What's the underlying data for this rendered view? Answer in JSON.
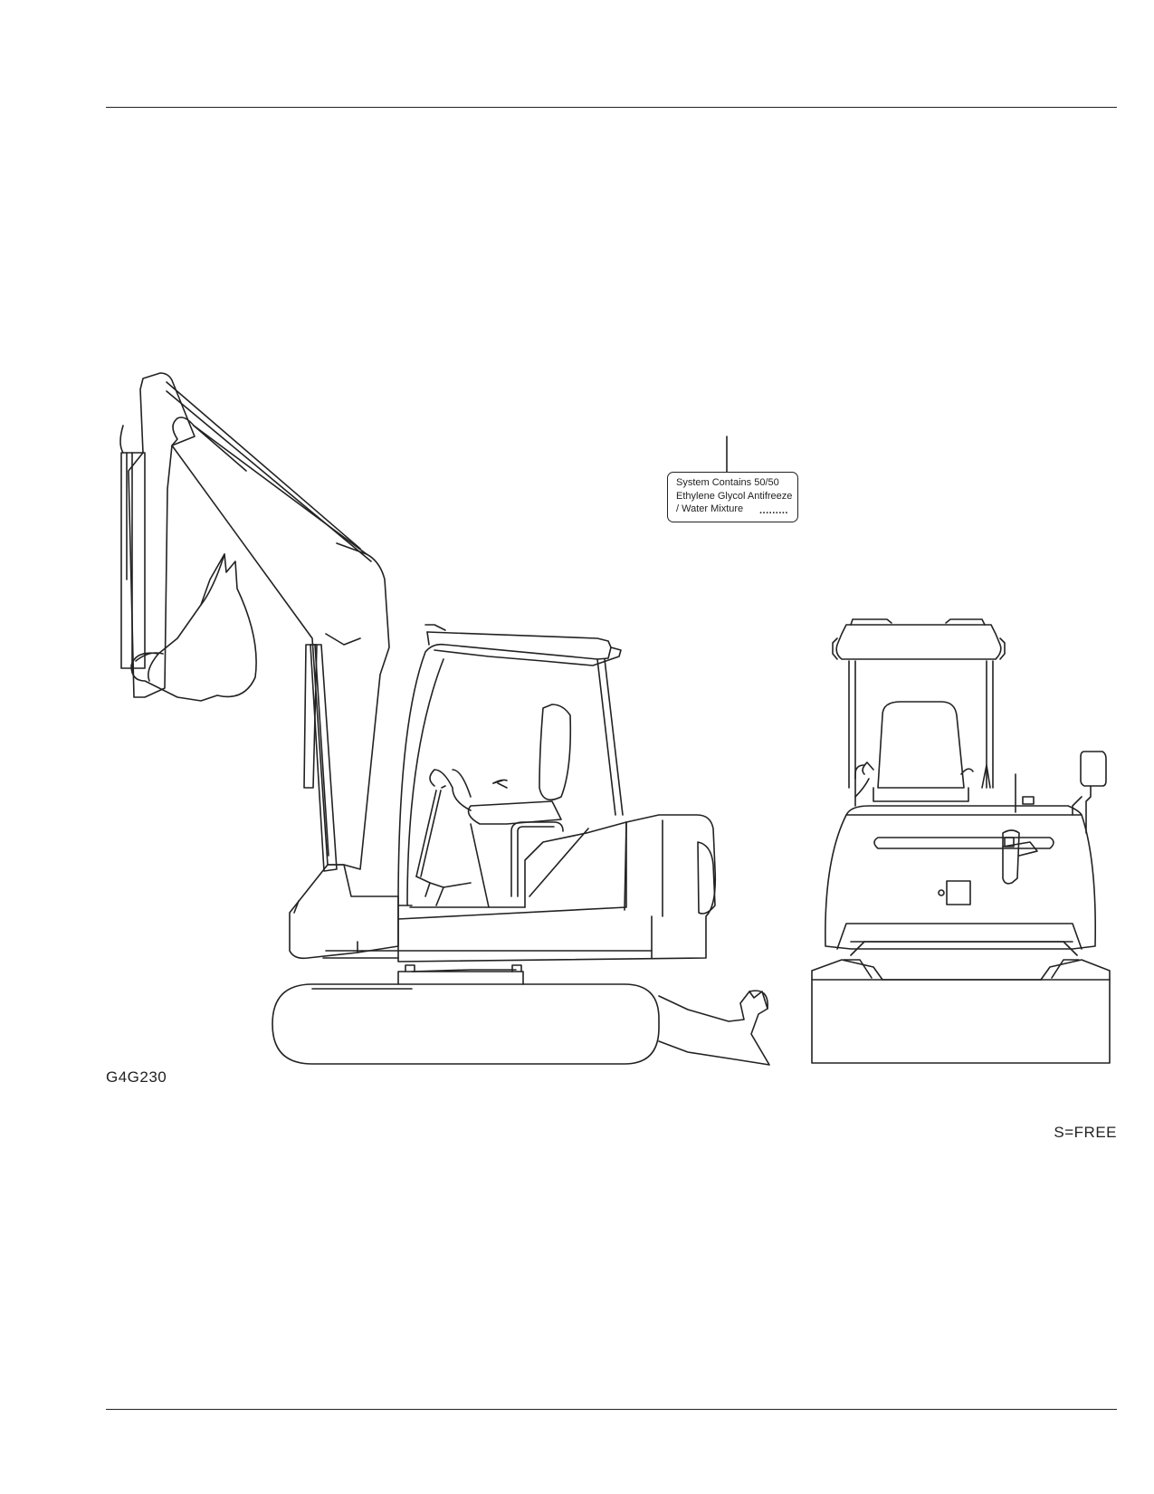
{
  "figure": {
    "code": "G4G230",
    "scale_note": "S=FREE"
  },
  "decal": {
    "line1": "System Contains 50/50",
    "line2": "Ethylene Glycol Antifreeze",
    "line3": "/ Water Mixture",
    "dots": "........."
  },
  "icons": {
    "side_view": "excavator-side-view-illustration",
    "rear_view": "excavator-rear-view-illustration"
  }
}
